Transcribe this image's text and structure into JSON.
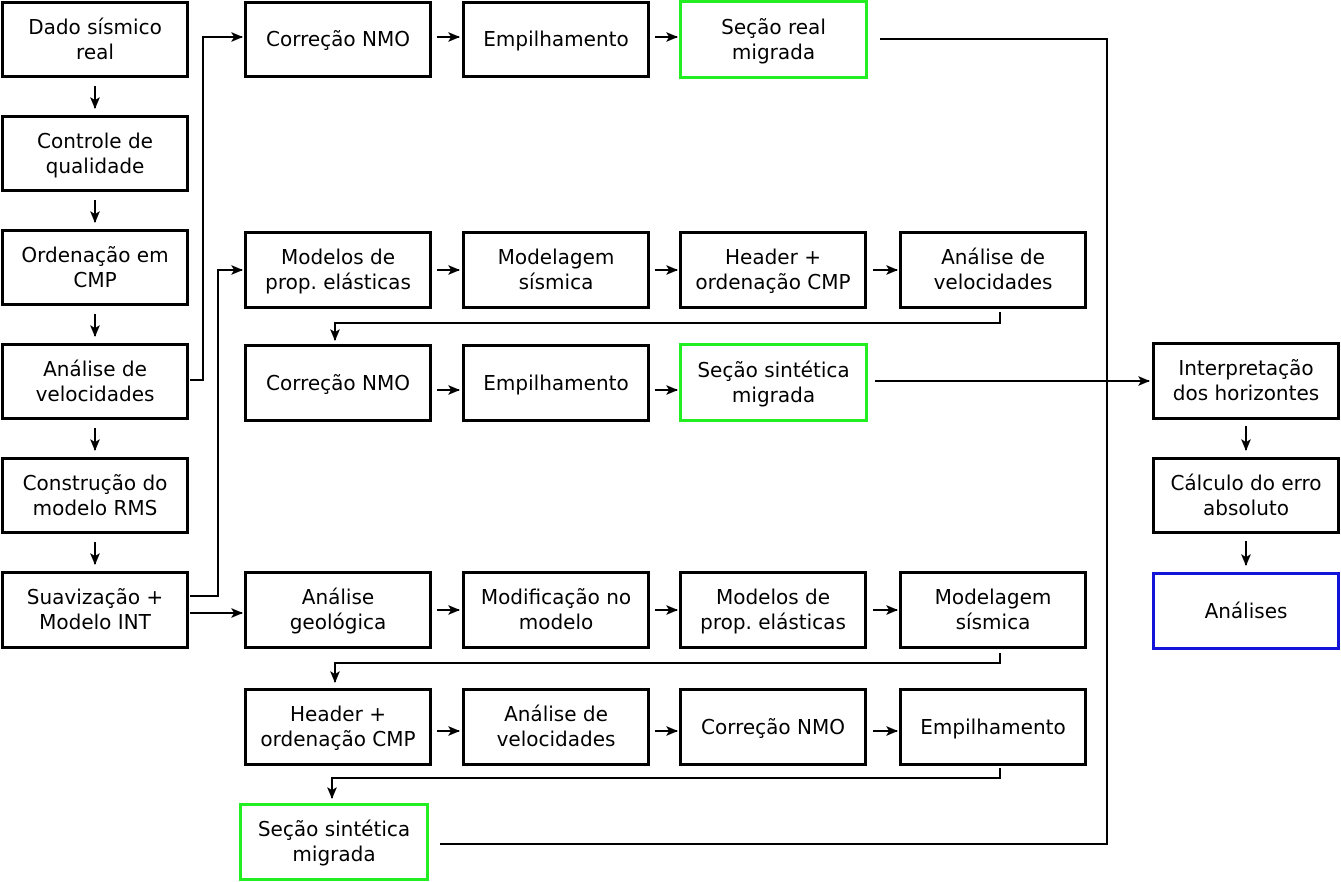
{
  "colors": {
    "border": "#000000",
    "green_highlight": "#22ee22",
    "blue_highlight": "#1414d8"
  },
  "nodes": {
    "dado_sismico": "Dado sísmico\nreal",
    "controle_qualidade": "Controle de\nqualidade",
    "ordenacao_cmp": "Ordenação em\nCMP",
    "analise_vel_main": "Análise de\nvelocidades",
    "construcao_rms": "Construção do\nmodelo RMS",
    "suavizacao": "Suavização +\nModelo INT",
    "r1_nmo": "Correção NMO",
    "r1_empilhamento": "Empilhamento",
    "r1_secao": "Seção real\nmigrada",
    "r2_modelos": "Modelos de\nprop. elásticas",
    "r2_modelagem": "Modelagem\nsísmica",
    "r2_header": "Header +\nordenação CMP",
    "r2_analise": "Análise de\nvelocidades",
    "r3_nmo": "Correção NMO",
    "r3_empilhamento": "Empilhamento",
    "r3_secao": "Seção sintética\nmigrada",
    "r4_analise_geo": "Análise\ngeológica",
    "r4_modificacao": "Modificação no\nmodelo",
    "r4_modelos": "Modelos de\nprop. elásticas",
    "r4_modelagem": "Modelagem\nsísmica",
    "r5_header": "Header +\nordenação CMP",
    "r5_analise": "Análise de\nvelocidades",
    "r5_nmo": "Correção NMO",
    "r5_empilhamento": "Empilhamento",
    "r6_secao": "Seção sintética\nmigrada",
    "interpretacao": "Interpretação\ndos horizontes",
    "calculo_erro": "Cálculo do erro\nabsoluto",
    "analises": "Análises"
  }
}
